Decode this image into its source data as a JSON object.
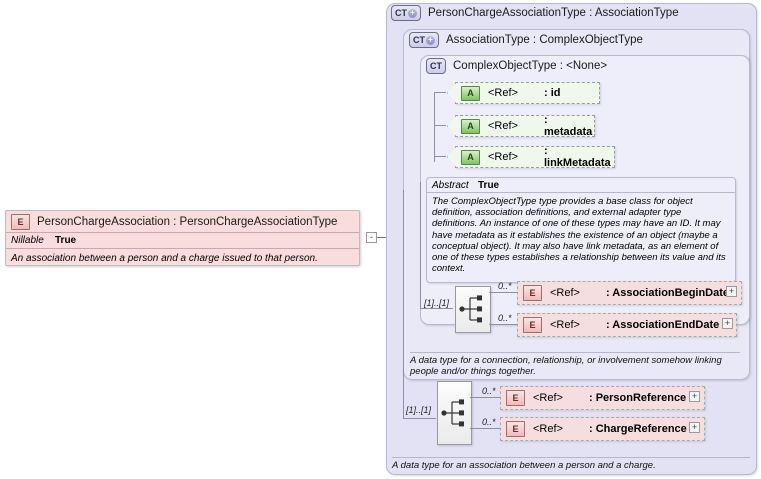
{
  "diagram": {
    "type": "xsd-schema-diagram",
    "root_element": {
      "badge": "E",
      "title": "PersonChargeAssociation : PersonChargeAssociationType",
      "property_label": "Nillable",
      "property_value": "True",
      "documentation": "An association between a person and a charge issued to that person."
    },
    "outer_type": {
      "badge": "CT",
      "badge_plus": "+",
      "title": "PersonChargeAssociationType : AssociationType",
      "footer": "A data type for an association between a person and a charge.",
      "occurrence": "[1]..[1]",
      "elements": [
        {
          "badge": "E",
          "occurs": "0..*",
          "ref": "<Ref>",
          "name": ": PersonReference",
          "expander": "+"
        },
        {
          "badge": "E",
          "occurs": "0..*",
          "ref": "<Ref>",
          "name": ": ChargeReference",
          "expander": "+"
        }
      ]
    },
    "mid_type": {
      "badge": "CT",
      "badge_plus": "+",
      "title": "AssociationType : ComplexObjectType",
      "footer": "A data type for a connection, relationship, or involvement somehow linking people and/or things together.",
      "occurrence": "[1]..[1]",
      "elements": [
        {
          "badge": "E",
          "occurs": "0..*",
          "ref": "<Ref>",
          "name": ": AssociationBeginDate",
          "expander": "+"
        },
        {
          "badge": "E",
          "occurs": "0..*",
          "ref": "<Ref>",
          "name": ": AssociationEndDate",
          "expander": "+"
        }
      ]
    },
    "inner_type": {
      "badge": "CT",
      "title": "ComplexObjectType : <None>",
      "attributes": [
        {
          "badge": "A",
          "ref": "<Ref>",
          "name": ": id"
        },
        {
          "badge": "A",
          "ref": "<Ref>",
          "name": ": metadata"
        },
        {
          "badge": "A",
          "ref": "<Ref>",
          "name": ": linkMetadata"
        }
      ],
      "abstract_label": "Abstract",
      "abstract_value": "True",
      "documentation": "The ComplexObjectType type provides a base class for object definition, association definitions, and external adapter type definitions. An instance of one of these types may have an ID. It may have metadata as it establishes the existence of an object (maybe a conceptual object). It may also have link metadata, as an element of one of these types establishes a relationship between its value and its context."
    },
    "collapse_toggle": "-",
    "colors": {
      "element_pink": "#f7dede",
      "element_box_pink": "#f9dcdc",
      "attribute_green": "#f0f8ec",
      "panel_lavender_1": "#e2e2f4",
      "panel_lavender_2": "#e8e8f7",
      "panel_lavender_3": "#eeeefa",
      "badge_a_green": "#7fc45f",
      "badge_e_border": "#9e6f6f",
      "connector_gray": "#8e8ea6"
    }
  }
}
